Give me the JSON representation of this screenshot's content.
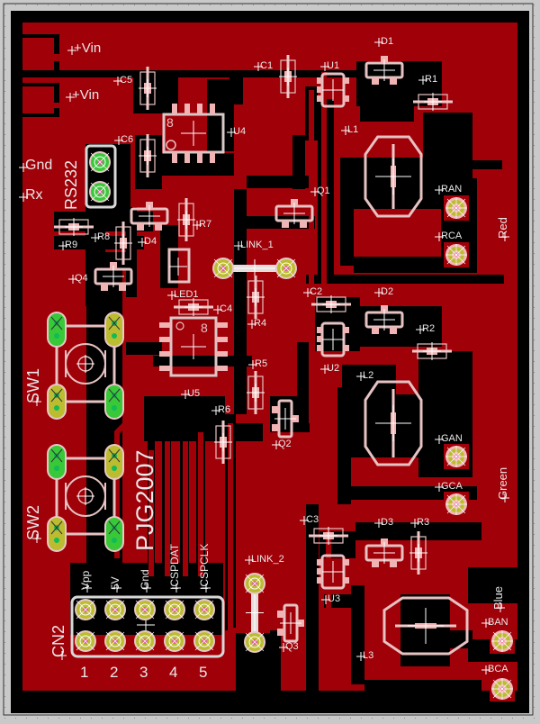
{
  "app": {
    "name": "PCB layout editor",
    "view": "Board - top layer (copper pour)"
  },
  "colors": {
    "background": "#c9c9c9",
    "board_outline": "#000000",
    "copper": "#a00008",
    "clearance": "#000000",
    "silkscreen": "#e6c2c2",
    "origin_cross": "#ffffff",
    "via_ring": "#bcbc30",
    "tht_pad_green": "#33c633",
    "grid_dots": "#8a8a8a"
  },
  "board_text": {
    "signature": "PJG2007",
    "labels": {
      "vin_top": "+Vin",
      "vin_bottom": "+Vin",
      "gnd": "Gnd",
      "rx": "Rx",
      "rs232": "RS232",
      "sw1": "SW1",
      "sw2": "SW2",
      "cn2": "CN2",
      "red": "Red",
      "green": "Green",
      "blue": "Blue"
    }
  },
  "components": {
    "capacitors": [
      "C1",
      "C2",
      "C3",
      "C4",
      "C5",
      "C6"
    ],
    "regulators": [
      "U1",
      "U2",
      "U3"
    ],
    "ics": [
      {
        "ref": "U4",
        "pin_marker": "8"
      },
      {
        "ref": "U5",
        "pin_marker": "8"
      }
    ],
    "diodes": [
      "D1",
      "D2",
      "D3",
      "D4"
    ],
    "resistors": [
      "R1",
      "R2",
      "R3",
      "R4",
      "R5",
      "R6",
      "R7",
      "R8",
      "R9"
    ],
    "inductors": [
      "L1",
      "L2",
      "L3"
    ],
    "transistors": [
      "Q1",
      "Q2",
      "Q3",
      "Q4"
    ],
    "leds": [
      "LED1"
    ],
    "links": [
      "LINK_1",
      "LINK_2"
    ],
    "led_pads": {
      "red": [
        "RAN",
        "RCA"
      ],
      "green": [
        "GAN",
        "GCA"
      ],
      "blue": [
        "BAN",
        "BCA"
      ]
    }
  },
  "connector_cn2": {
    "ref": "CN2",
    "pins": [
      {
        "number": "1",
        "signal": "Vpp"
      },
      {
        "number": "2",
        "signal": "5V"
      },
      {
        "number": "3",
        "signal": "Gnd"
      },
      {
        "number": "4",
        "signal": "ICSPDAT"
      },
      {
        "number": "5",
        "signal": "ICSPCLK"
      }
    ]
  }
}
